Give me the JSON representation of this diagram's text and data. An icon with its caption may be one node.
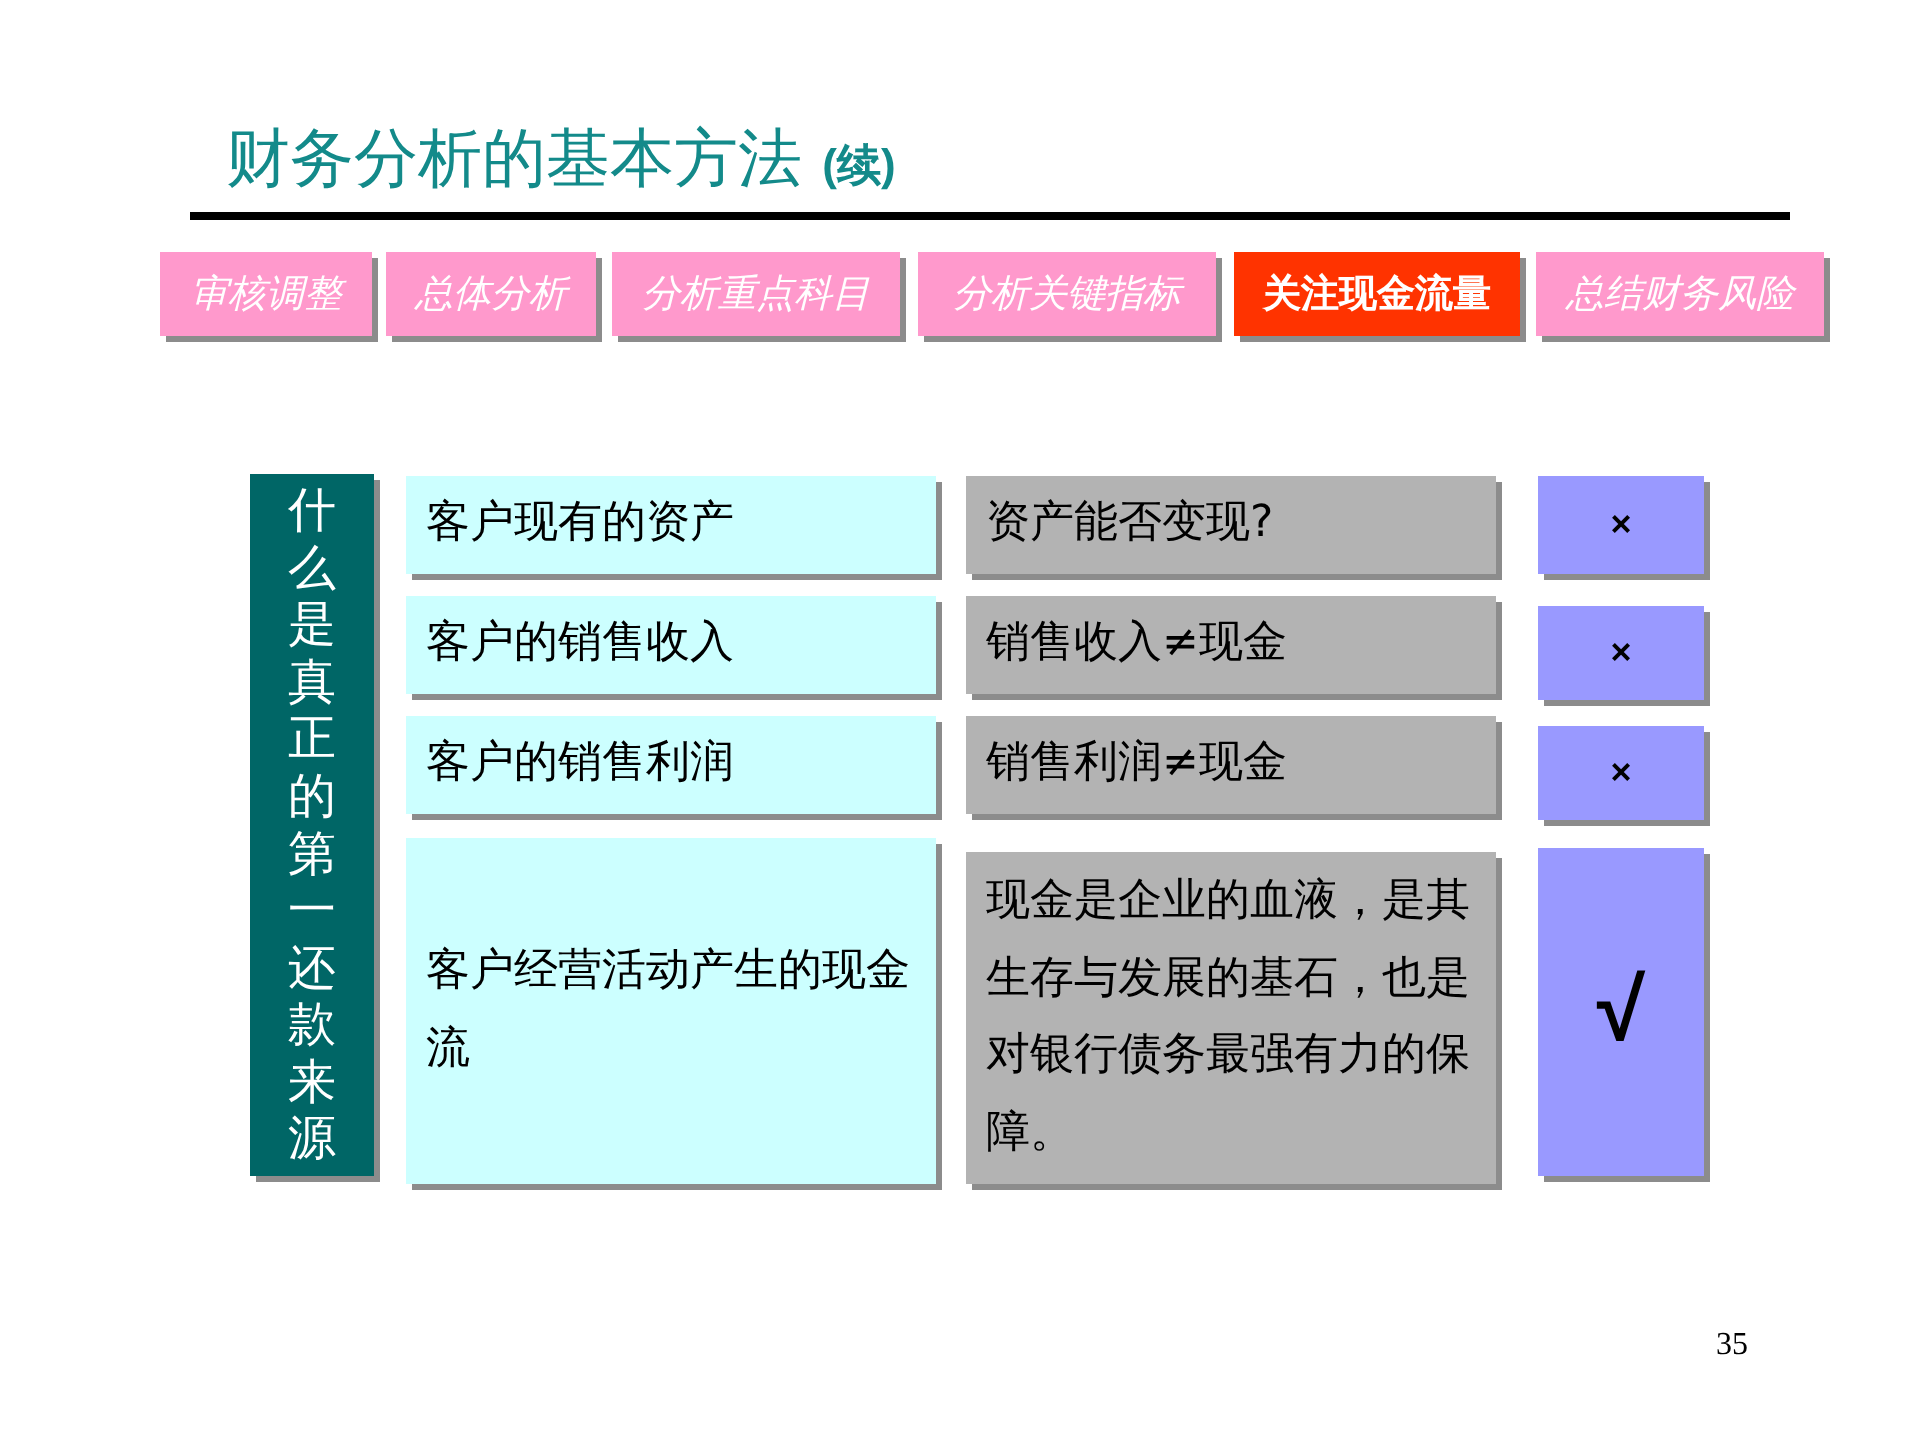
{
  "diagram": {
    "title": "财务分析的基本方法 **(续)**",
    "nodes": [
      {
        "text": [
          "审核调整"
        ]
      },
      {
        "text": [
          "总体分析"
        ]
      },
      {
        "text": [
          "分析重点科目"
        ]
      },
      {
        "text": [
          "分析关键指标"
        ]
      },
      {
        "text": [
          "关注现金流量"
        ]
      },
      {
        "text": [
          "总结财务风险"
        ]
      },
      {
        "text": [
          "什么是真正的第一还款来源"
        ]
      },
      {
        "text": [
          "客户现有的资产"
        ]
      },
      {
        "text": [
          "资产能否变现?"
        ]
      },
      {
        "text": [
          "×"
        ]
      },
      {
        "text": [
          "客户的销售收入"
        ]
      },
      {
        "text": [
          "销售收入≠现金"
        ]
      },
      {
        "text": [
          "×"
        ]
      },
      {
        "text": [
          "客户的销售利润"
        ]
      },
      {
        "text": [
          "销售利润≠现金"
        ]
      },
      {
        "text": [
          "×"
        ]
      },
      {
        "text": [
          "客户经营活动产生的现金流"
        ]
      },
      {
        "text": [
          "现金是企业的血液，是其生存与发展的基石，也是对银行债务最强有力的保障。"
        ]
      },
      {
        "text": [
          "√"
        ]
      }
    ],
    "labels": [
      "35"
    ]
  }
}
